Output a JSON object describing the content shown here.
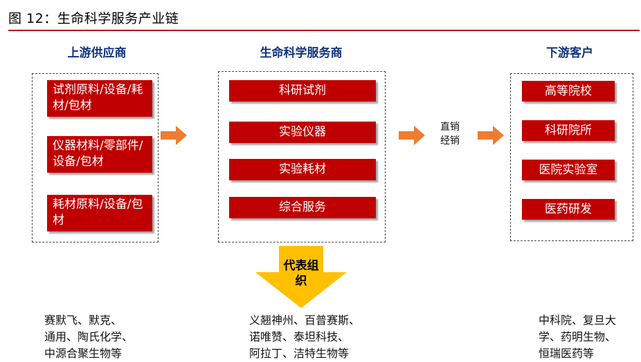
{
  "figure_title": "图 12：生命科学服务产业链",
  "columns": [
    {
      "title": "上游供应商",
      "items": [
        "试剂原料/设备/耗材/包材",
        "仪器材料/零部件/设备/包材",
        "耗材原料/设备/包材"
      ]
    },
    {
      "title": "生命科学服务商",
      "items": [
        "科研试剂",
        "实验仪器",
        "实验耗材",
        "综合服务"
      ]
    },
    {
      "title": "下游客户",
      "items": [
        "高等院校",
        "科研院所",
        "医院实验室",
        "医药研发"
      ]
    }
  ],
  "channels": {
    "direct": "直销",
    "distribution": "经销"
  },
  "representatives_label": "代表组织",
  "representatives": {
    "upstream": "赛默飞、默克、\n通用、陶氏化学、\n中源合聚生物等",
    "midstream": "义翘神州、百普赛斯、\n诺唯赞、泰坦科技、\n阿拉丁、洁特生物等",
    "downstream": "中科院、复旦大\n学、药明生物、\n恒瑞医药等"
  },
  "colors": {
    "accent_red": "#c00000",
    "title_blue": "#11337d",
    "arrow_orange": "#ed7d31",
    "down_arrow_gold": "#ffc000",
    "rule_red": "#b8101a"
  },
  "icons": [
    "right-arrow-icon",
    "down-arrow-icon"
  ]
}
